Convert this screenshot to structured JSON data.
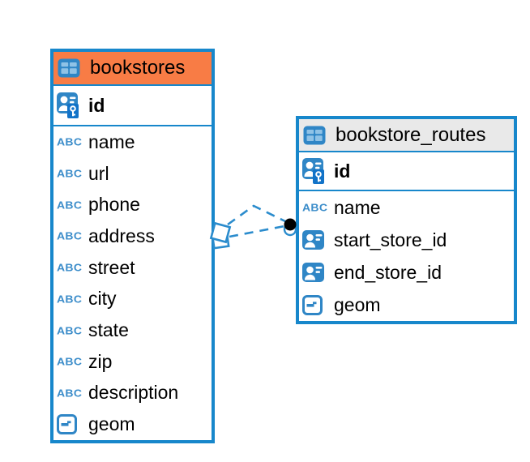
{
  "colors": {
    "table_border": "#1787cb",
    "icon_blue": "#2f86c6",
    "icon_cell_blue": "#8fc2e6",
    "key_badge_blue": "#1273c8",
    "abc_blue": "#3c8dca",
    "relation_line_blue": "#2b8ccd",
    "text": "#000000",
    "bookstores_header_bg": "#f87c45",
    "routes_header_bg": "#e9e9e9"
  },
  "icons": {
    "text_type_glyph": "ABC"
  },
  "tables": [
    {
      "title": "bookstores",
      "header_bg": "#f87c45",
      "key_columns": [
        {
          "name": "id",
          "type": "primary-key"
        }
      ],
      "columns": [
        {
          "name": "name",
          "type": "text"
        },
        {
          "name": "url",
          "type": "text"
        },
        {
          "name": "phone",
          "type": "text"
        },
        {
          "name": "address",
          "type": "text"
        },
        {
          "name": "street",
          "type": "text"
        },
        {
          "name": "city",
          "type": "text"
        },
        {
          "name": "state",
          "type": "text"
        },
        {
          "name": "zip",
          "type": "text"
        },
        {
          "name": "description",
          "type": "text"
        },
        {
          "name": "geom",
          "type": "geometry"
        }
      ]
    },
    {
      "title": "bookstore_routes",
      "header_bg": "#e9e9e9",
      "key_columns": [
        {
          "name": "id",
          "type": "primary-key"
        }
      ],
      "columns": [
        {
          "name": "name",
          "type": "text"
        },
        {
          "name": "start_store_id",
          "type": "foreign-key"
        },
        {
          "name": "end_store_id",
          "type": "foreign-key"
        },
        {
          "name": "geom",
          "type": "geometry"
        }
      ]
    }
  ],
  "relations": [
    {
      "from": "bookstores",
      "to": "bookstore_routes",
      "style": "dashed"
    },
    {
      "from": "bookstores",
      "to": "bookstore_routes",
      "style": "dashed"
    }
  ]
}
